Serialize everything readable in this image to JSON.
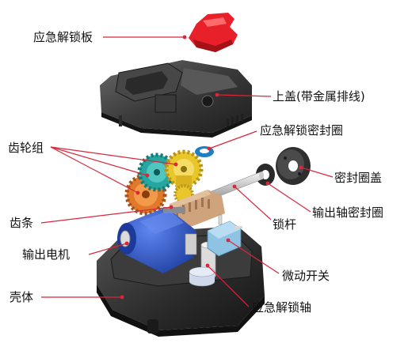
{
  "labels": {
    "unlock_plate": "应急解锁板",
    "upper_cover": "上盖(带金属排线)",
    "unlock_seal": "应急解锁密封圈",
    "gear_set": "齿轮组",
    "seal_cover": "密封圈盖",
    "output_shaft_seal": "输出轴密封圈",
    "rack": "齿条",
    "lock_rod": "锁杆",
    "output_motor": "输出电机",
    "micro_switch": "微动开关",
    "housing": "壳体",
    "unlock_shaft": "应急解锁轴"
  },
  "colors": {
    "leader": "#d9263a",
    "unlock_plate": "#e8202a",
    "motor": "#2f55c8",
    "gear_teal": "#27a6a0",
    "gear_yellow": "#e9c62a",
    "gear_orange": "#e07a2a",
    "rack": "#cfa47c",
    "switch": "#8ec3e3",
    "seal_blue": "#1f7fc4",
    "dark_part": "#333333",
    "housing": "#2b2b2b"
  }
}
